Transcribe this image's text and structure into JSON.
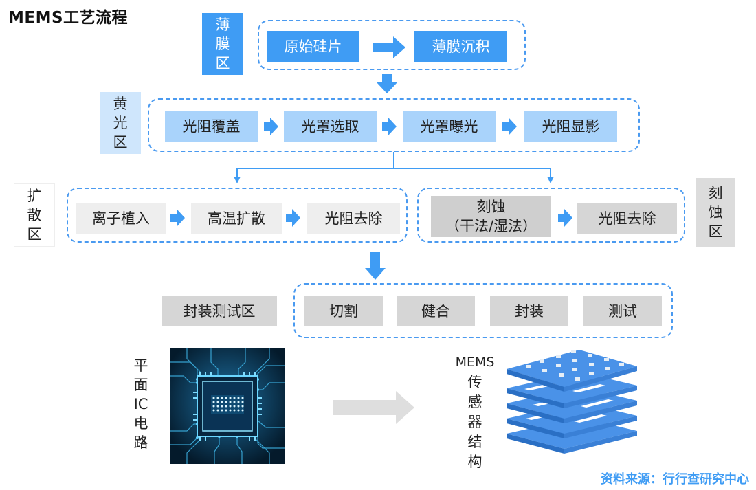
{
  "title": "MEMS工艺流程",
  "zones": {
    "thin_film": [
      "薄",
      "膜",
      "区"
    ],
    "yellow_light": [
      "黄",
      "光",
      "区"
    ],
    "diffusion": [
      "扩",
      "散",
      "区"
    ],
    "etching": [
      "刻",
      "蚀",
      "区"
    ],
    "packaging_test": "封装测试区"
  },
  "thin_film_steps": [
    "原始硅片",
    "薄膜沉积"
  ],
  "yellow_light_steps": [
    "光阻覆盖",
    "光罩选取",
    "光罩曝光",
    "光阻显影"
  ],
  "diffusion_steps": [
    "离子植入",
    "高温扩散",
    "光阻去除"
  ],
  "etching_steps": {
    "etch_line1": "刻蚀",
    "etch_line2": "（干法/湿法）",
    "resist_removal": "光阻去除"
  },
  "packaging_steps": [
    "切割",
    "健合",
    "封装",
    "测试"
  ],
  "planar_ic_label": [
    "平",
    "面",
    "IC",
    "电",
    "路"
  ],
  "mems_label": [
    "MEMS",
    "传",
    "感",
    "器",
    "结",
    "构"
  ],
  "source": "资料来源：行行查研究中心",
  "colors": {
    "accent_blue": "#3f9cf4",
    "light_blue": "#a9d3fb",
    "gray": "#d6d6d6",
    "dash_blue": "#4a9af0"
  },
  "icons": [
    "chip-image",
    "mems-layer-stack-image",
    "flow-arrow-icon"
  ]
}
